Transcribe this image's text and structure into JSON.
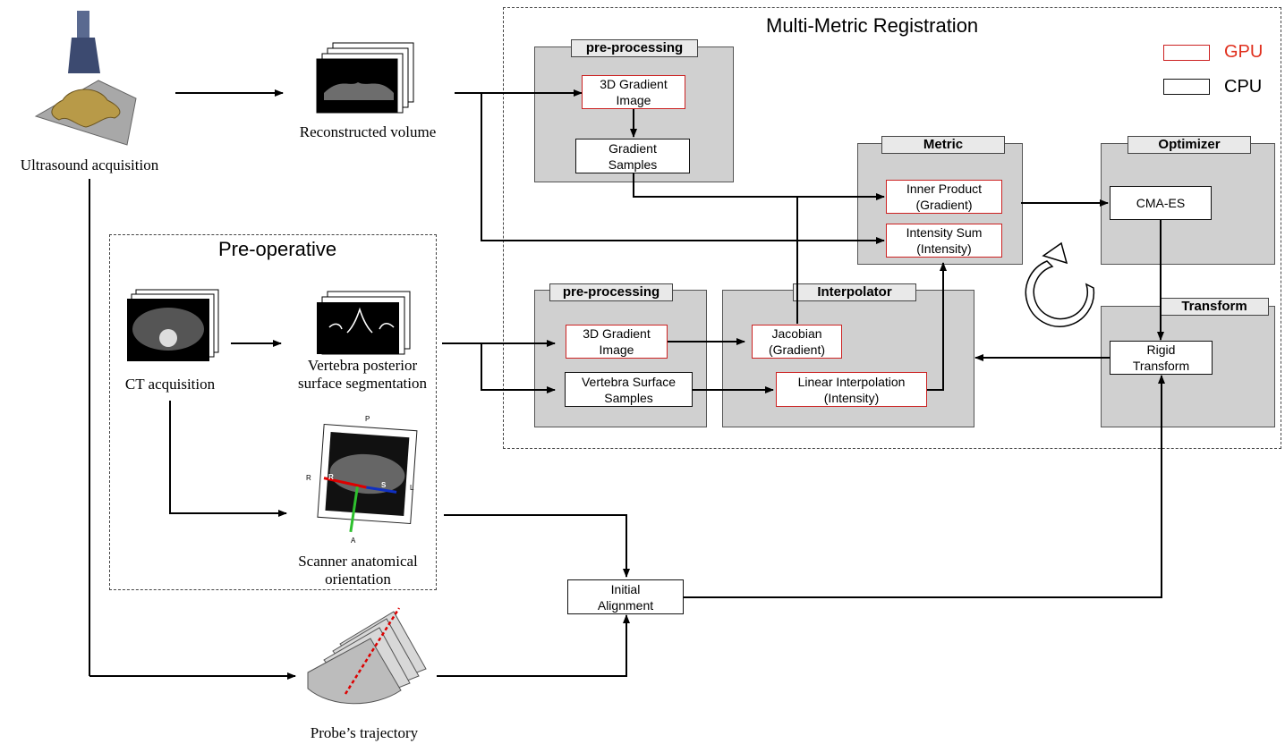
{
  "title": "Multi-Metric Registration",
  "legend": {
    "gpu": "GPU",
    "cpu": "CPU",
    "gpu_color": "#e0301e"
  },
  "preop_title": "Pre-operative",
  "captions": {
    "us": "Ultrasound acquisition",
    "recon": "Reconstructed volume",
    "ct": "CT acquisition",
    "seg": "Vertebra posterior\nsurface segmentation",
    "orient": "Scanner anatomical\norientation",
    "probe": "Probe’s trajectory"
  },
  "panels": {
    "pre1": "pre-processing",
    "pre2": "pre-processing",
    "metric": "Metric",
    "optimizer": "Optimizer",
    "interp": "Interpolator",
    "transform": "Transform"
  },
  "nodes": {
    "grad_img1": "3D Gradient\nImage",
    "grad_samples": "Gradient\nSamples",
    "inner": "Inner Product\n(Gradient)",
    "intensity_sum": "Intensity Sum\n(Intensity)",
    "cmaes": "CMA-ES",
    "grad_img2": "3D Gradient\nImage",
    "vert_samples": "Vertebra Surface\nSamples",
    "jacobian": "Jacobian\n(Gradient)",
    "linear": "Linear Interpolation\n(Intensity)",
    "rigid": "Rigid\nTransform",
    "initial": "Initial\nAlignment"
  },
  "orient_letters": {
    "p": "P",
    "r": "R",
    "l": "L",
    "a": "A",
    "r2": "R",
    "s": "S"
  }
}
